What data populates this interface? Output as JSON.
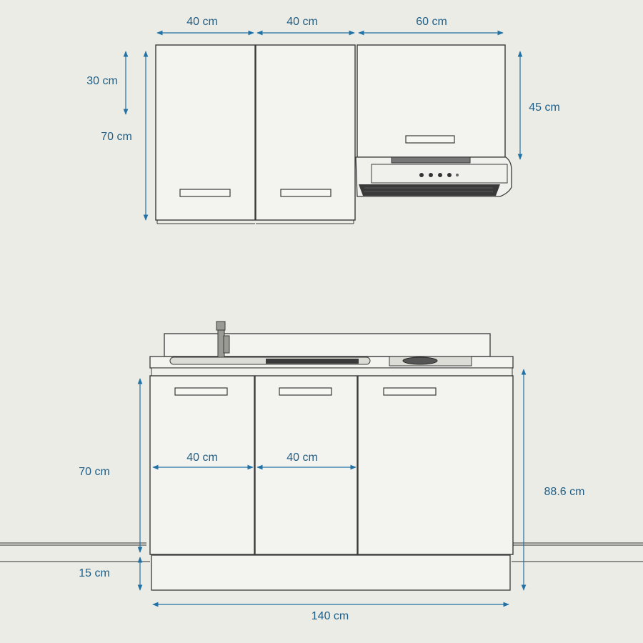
{
  "colors": {
    "background": "#ecece6",
    "cabinet_fill": "#f3f3ef",
    "line": "#3a3a3a",
    "dimension": "#2272a6",
    "dimension_text": "#1f5e86",
    "dark": "#2a2a2a"
  },
  "dimensions": {
    "upper_door_left_width": "40 cm",
    "upper_door_mid_width": "40 cm",
    "hood_cabinet_width": "60 cm",
    "upper_door_top_offset": "30 cm",
    "upper_cabinet_height": "70 cm",
    "hood_cabinet_height": "45 cm",
    "base_door_left_width": "40 cm",
    "base_door_mid_width": "40 cm",
    "base_cabinet_height": "70 cm",
    "plinth_height": "15 cm",
    "total_height": "88.6 cm",
    "total_width": "140 cm"
  }
}
